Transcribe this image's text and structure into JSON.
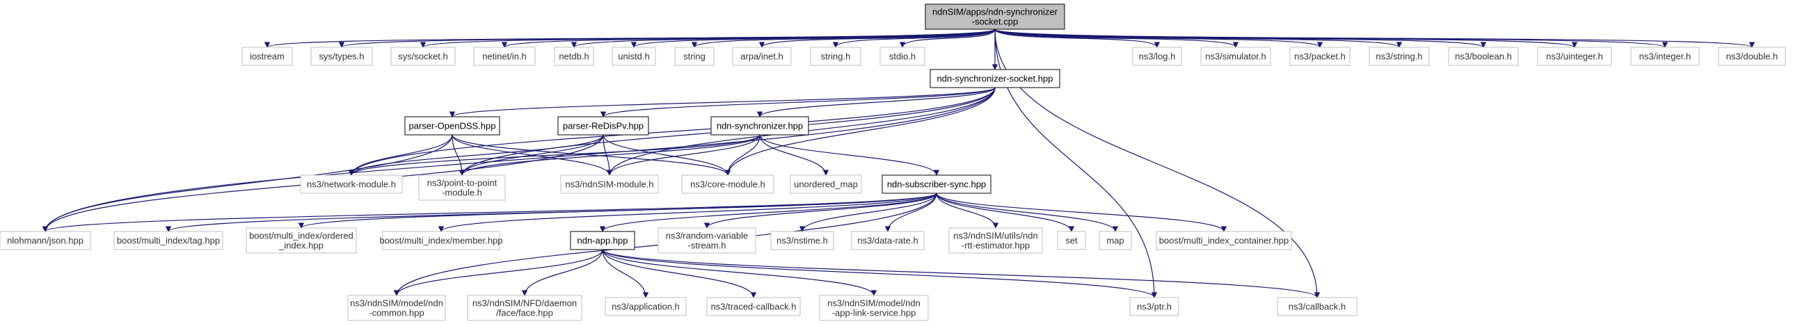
{
  "nodes": [
    {
      "id": "root",
      "kind": "root",
      "lines": [
        "ndnSIM/apps/ndn-synchronizer",
        "-socket.cpp"
      ]
    },
    {
      "id": "iostream",
      "kind": "ext",
      "lines": [
        "iostream"
      ]
    },
    {
      "id": "sys_types",
      "kind": "ext",
      "lines": [
        "sys/types.h"
      ]
    },
    {
      "id": "sys_socket",
      "kind": "ext",
      "lines": [
        "sys/socket.h"
      ]
    },
    {
      "id": "netinet_in",
      "kind": "ext",
      "lines": [
        "netinet/in.h"
      ]
    },
    {
      "id": "netdb",
      "kind": "ext",
      "lines": [
        "netdb.h"
      ]
    },
    {
      "id": "unistd",
      "kind": "ext",
      "lines": [
        "unistd.h"
      ]
    },
    {
      "id": "string",
      "kind": "ext",
      "lines": [
        "string"
      ]
    },
    {
      "id": "arpa_inet",
      "kind": "ext",
      "lines": [
        "arpa/inet.h"
      ]
    },
    {
      "id": "string_h",
      "kind": "ext",
      "lines": [
        "string.h"
      ]
    },
    {
      "id": "stdio",
      "kind": "ext",
      "lines": [
        "stdio.h"
      ]
    },
    {
      "id": "sync_socket",
      "kind": "int",
      "lines": [
        "ndn-synchronizer-socket.hpp"
      ]
    },
    {
      "id": "ns3_log",
      "kind": "ext",
      "lines": [
        "ns3/log.h"
      ]
    },
    {
      "id": "ns3_simulator",
      "kind": "ext",
      "lines": [
        "ns3/simulator.h"
      ]
    },
    {
      "id": "ns3_packet",
      "kind": "ext",
      "lines": [
        "ns3/packet.h"
      ]
    },
    {
      "id": "ns3_string",
      "kind": "ext",
      "lines": [
        "ns3/string.h"
      ]
    },
    {
      "id": "ns3_boolean",
      "kind": "ext",
      "lines": [
        "ns3/boolean.h"
      ]
    },
    {
      "id": "ns3_uinteger",
      "kind": "ext",
      "lines": [
        "ns3/uinteger.h"
      ]
    },
    {
      "id": "ns3_integer",
      "kind": "ext",
      "lines": [
        "ns3/integer.h"
      ]
    },
    {
      "id": "ns3_double",
      "kind": "ext",
      "lines": [
        "ns3/double.h"
      ]
    },
    {
      "id": "parser_opendss",
      "kind": "int",
      "lines": [
        "parser-OpenDSS.hpp"
      ]
    },
    {
      "id": "parser_redispv",
      "kind": "int",
      "lines": [
        "parser-ReDisPv.hpp"
      ]
    },
    {
      "id": "ndn_synchronizer",
      "kind": "int",
      "lines": [
        "ndn-synchronizer.hpp"
      ]
    },
    {
      "id": "network_module",
      "kind": "ext",
      "lines": [
        "ns3/network-module.h"
      ]
    },
    {
      "id": "p2p_module",
      "kind": "ext",
      "lines": [
        "ns3/point-to-point",
        "-module.h"
      ]
    },
    {
      "id": "ndnsim_module",
      "kind": "ext",
      "lines": [
        "ns3/ndnSIM-module.h"
      ]
    },
    {
      "id": "core_module",
      "kind": "ext",
      "lines": [
        "ns3/core-module.h"
      ]
    },
    {
      "id": "unordered_map",
      "kind": "ext",
      "lines": [
        "unordered_map"
      ]
    },
    {
      "id": "subscriber_sync",
      "kind": "int",
      "lines": [
        "ndn-subscriber-sync.hpp"
      ]
    },
    {
      "id": "json",
      "kind": "ext",
      "lines": [
        "nlohmann/json.hpp"
      ]
    },
    {
      "id": "mi_tag",
      "kind": "ext",
      "lines": [
        "boost/multi_index/tag.hpp"
      ]
    },
    {
      "id": "mi_ordered",
      "kind": "ext",
      "lines": [
        "boost/multi_index/ordered",
        "_index.hpp"
      ]
    },
    {
      "id": "mi_member",
      "kind": "ext",
      "lines": [
        "boost/multi_index/member.hpp"
      ]
    },
    {
      "id": "ndn_app",
      "kind": "int",
      "lines": [
        "ndn-app.hpp"
      ]
    },
    {
      "id": "random_var",
      "kind": "ext",
      "lines": [
        "ns3/random-variable",
        "-stream.h"
      ]
    },
    {
      "id": "nstime",
      "kind": "ext",
      "lines": [
        "ns3/nstime.h"
      ]
    },
    {
      "id": "data_rate",
      "kind": "ext",
      "lines": [
        "ns3/data-rate.h"
      ]
    },
    {
      "id": "rtt_est",
      "kind": "ext",
      "lines": [
        "ns3/ndnSIM/utils/ndn",
        "-rtt-estimator.hpp"
      ]
    },
    {
      "id": "set",
      "kind": "ext",
      "lines": [
        "set"
      ]
    },
    {
      "id": "map",
      "kind": "ext",
      "lines": [
        "map"
      ]
    },
    {
      "id": "mi_container",
      "kind": "ext",
      "lines": [
        "boost/multi_index_container.hpp"
      ]
    },
    {
      "id": "ndn_common",
      "kind": "ext",
      "lines": [
        "ns3/ndnSIM/model/ndn",
        "-common.hpp"
      ]
    },
    {
      "id": "face",
      "kind": "ext",
      "lines": [
        "ns3/ndnSIM/NFD/daemon",
        "/face/face.hpp"
      ]
    },
    {
      "id": "application",
      "kind": "ext",
      "lines": [
        "ns3/application.h"
      ]
    },
    {
      "id": "traced_cb",
      "kind": "ext",
      "lines": [
        "ns3/traced-callback.h"
      ]
    },
    {
      "id": "app_link",
      "kind": "ext",
      "lines": [
        "ns3/ndnSIM/model/ndn",
        "-app-link-service.hpp"
      ]
    },
    {
      "id": "ptr",
      "kind": "ext",
      "lines": [
        "ns3/ptr.h"
      ]
    },
    {
      "id": "callback",
      "kind": "ext",
      "lines": [
        "ns3/callback.h"
      ]
    }
  ],
  "edges": [
    [
      "root",
      "iostream"
    ],
    [
      "root",
      "sys_types"
    ],
    [
      "root",
      "sys_socket"
    ],
    [
      "root",
      "netinet_in"
    ],
    [
      "root",
      "netdb"
    ],
    [
      "root",
      "unistd"
    ],
    [
      "root",
      "string"
    ],
    [
      "root",
      "arpa_inet"
    ],
    [
      "root",
      "string_h"
    ],
    [
      "root",
      "stdio"
    ],
    [
      "root",
      "sync_socket"
    ],
    [
      "root",
      "ns3_log"
    ],
    [
      "root",
      "ns3_simulator"
    ],
    [
      "root",
      "ns3_packet"
    ],
    [
      "root",
      "ns3_string"
    ],
    [
      "root",
      "ns3_boolean"
    ],
    [
      "root",
      "ns3_uinteger"
    ],
    [
      "root",
      "ns3_integer"
    ],
    [
      "root",
      "ns3_double"
    ],
    [
      "root",
      "ptr"
    ],
    [
      "root",
      "callback"
    ],
    [
      "sync_socket",
      "parser_opendss"
    ],
    [
      "sync_socket",
      "parser_redispv"
    ],
    [
      "sync_socket",
      "ndn_synchronizer"
    ],
    [
      "sync_socket",
      "network_module"
    ],
    [
      "sync_socket",
      "p2p_module"
    ],
    [
      "sync_socket",
      "ndnsim_module"
    ],
    [
      "sync_socket",
      "core_module"
    ],
    [
      "sync_socket",
      "json"
    ],
    [
      "parser_opendss",
      "network_module"
    ],
    [
      "parser_opendss",
      "p2p_module"
    ],
    [
      "parser_opendss",
      "ndnsim_module"
    ],
    [
      "parser_opendss",
      "core_module"
    ],
    [
      "parser_opendss",
      "json"
    ],
    [
      "parser_redispv",
      "network_module"
    ],
    [
      "parser_redispv",
      "p2p_module"
    ],
    [
      "parser_redispv",
      "ndnsim_module"
    ],
    [
      "parser_redispv",
      "core_module"
    ],
    [
      "parser_redispv",
      "json"
    ],
    [
      "ndn_synchronizer",
      "network_module"
    ],
    [
      "ndn_synchronizer",
      "p2p_module"
    ],
    [
      "ndn_synchronizer",
      "ndnsim_module"
    ],
    [
      "ndn_synchronizer",
      "core_module"
    ],
    [
      "ndn_synchronizer",
      "unordered_map"
    ],
    [
      "ndn_synchronizer",
      "subscriber_sync"
    ],
    [
      "subscriber_sync",
      "json"
    ],
    [
      "subscriber_sync",
      "mi_tag"
    ],
    [
      "subscriber_sync",
      "mi_ordered"
    ],
    [
      "subscriber_sync",
      "mi_member"
    ],
    [
      "subscriber_sync",
      "ndn_app"
    ],
    [
      "subscriber_sync",
      "random_var"
    ],
    [
      "subscriber_sync",
      "nstime"
    ],
    [
      "subscriber_sync",
      "data_rate"
    ],
    [
      "subscriber_sync",
      "rtt_est"
    ],
    [
      "subscriber_sync",
      "set"
    ],
    [
      "subscriber_sync",
      "map"
    ],
    [
      "subscriber_sync",
      "mi_container"
    ],
    [
      "subscriber_sync",
      "ndn_common"
    ],
    [
      "ndn_app",
      "ndn_common"
    ],
    [
      "ndn_app",
      "face"
    ],
    [
      "ndn_app",
      "application"
    ],
    [
      "ndn_app",
      "traced_cb"
    ],
    [
      "ndn_app",
      "app_link"
    ],
    [
      "ndn_app",
      "ptr"
    ],
    [
      "ndn_app",
      "callback"
    ]
  ],
  "colors": {
    "edge": "#191970",
    "ext_border": "#bfbfbf",
    "int_border": "#000000",
    "root_fill": "#bfbfbf"
  }
}
